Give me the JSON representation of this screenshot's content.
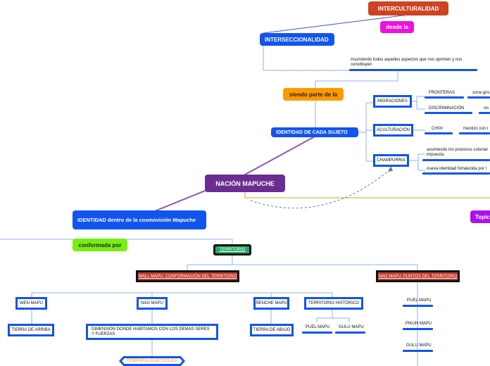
{
  "nodes": {
    "interculturalidad": "INTERCULTURALIDAD",
    "desde_la": "desde la",
    "interseccionalidad": "INTERSECCIONALIDAD",
    "asumiendo_aspectos": "Asumiendo todos aquellos aspectos que nos oprimen y nos constituyen",
    "siendo_parte": "siendo parte de la",
    "identidad_sujeto": "IDENTIDAD DE CADA SUJETO",
    "migraciones": "MIGRACIONES",
    "aculturacion": "ACULTURACIÓN",
    "champurria": "CHAMPURRIA",
    "fronteras": "FRONTERAS",
    "zona_gris": "zona gris",
    "discriminacion": "DISCRIMINACIÓN",
    "vis": "vis",
    "chiiki": "CHIXI",
    "mestizo": "mestizo con r",
    "procesos_coloniales": "asumiendo los procesos colonial impuesta",
    "nueva_identidad": "nueva identidad fortalecida por l",
    "nacion_mapuche": "NACIÓN MAPUCHE",
    "topic": "Topic",
    "identidad_cosmovision": "IDENTIDAD dentro de la cosmovisión Mapuche",
    "conformada_por": "conformada por",
    "territorio": "TERRITORIO",
    "wall_mapu": "WALL MAPU: CONFORMACIÓN DEL TERRITORIO",
    "nag_mapu_puntos": "NAG MAPU: PUNTOS DEL TERRITORIO",
    "wen_mapu": "WEN MAPU",
    "nag_mapu": "NAG MAPU",
    "nenche_mapu": "ÑENCHE MAPU",
    "territorio_historico": "TERRITORIO HISTÓRICO",
    "tierra_arriba": "TIERRA DE ARRIBA",
    "dimension": "DIMENSIÓN DONDE HABITAMOS CON LOS DEMAS SERES Y FUERZAS",
    "tierra_abajo": "TIERRA DE ABAJO",
    "puel_mapu_1": "PUEL MAPU",
    "gulu_mapu_1": "GULU MAPU",
    "puel_mapu_2": "PUEL MAPU",
    "pikun_mapu": "PIKUN MAPU",
    "gulu_mapu_2": "GULU MAPU",
    "temporalidad": "TEMPORALIDAD CÍCLICA"
  },
  "colors": {
    "blue": "#1155ee",
    "purple": "#6b2d91",
    "orange": "#ff9900",
    "magenta": "#ee11dd",
    "lime": "#77ee11",
    "green": "#22aa66",
    "red": "#c0392b",
    "brick": "#cc4422",
    "violet": "#aa11ee"
  }
}
